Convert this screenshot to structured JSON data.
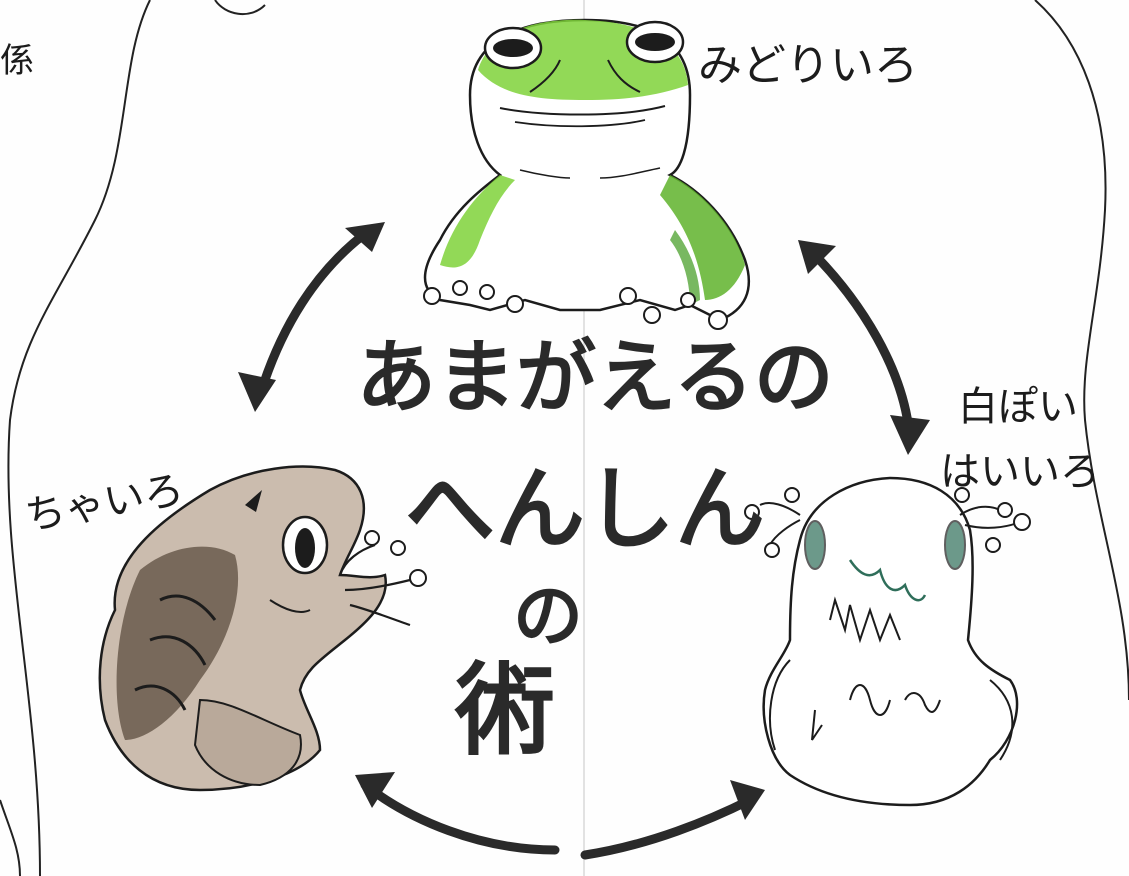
{
  "title": {
    "line1": "あまがえるの",
    "line2": "へんしん",
    "line3": "の",
    "line4": "術"
  },
  "labels": {
    "green": "みどりいろ",
    "brown": "ちゃいろ",
    "white_line1": "白ぽい",
    "white_line2": "はいいろ",
    "corner": "係"
  },
  "colors": {
    "green_frog": "#7fd23a",
    "green_dark": "#3f9a1e",
    "brown_frog": "#6a5a4c",
    "brown_light": "#b9a99a",
    "grey_frog": "#2f6e5a",
    "ink": "#1c1c1c",
    "paper": "#fefefe"
  },
  "icons": [
    "green-frog-icon",
    "brown-frog-icon",
    "white-frog-icon",
    "cycle-arrow-icon"
  ]
}
